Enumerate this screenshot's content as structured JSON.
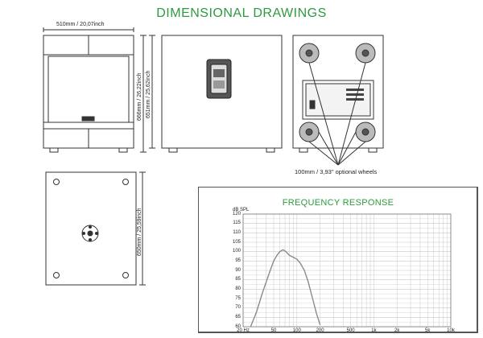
{
  "header": {
    "title": "DIMENSIONAL DRAWINGS"
  },
  "front_view": {
    "width_label": "510mm / 20,07inch",
    "height_outer_label": "666mm / 26,22inch",
    "height_inner_label": "651mm / 25,62inch"
  },
  "back_view": {
    "wheels_label": "100mm / 3,93\" optional wheels"
  },
  "bottom_view": {
    "depth_label": "650mm / 25,59inch"
  },
  "colors": {
    "title_green": "#2e9a3e",
    "line": "#333333",
    "grid": "#c8c8c8",
    "curve": "#8a8a8a"
  },
  "chart_data": {
    "type": "line",
    "title": "FREQUENCY RESPONSE",
    "ylabel": "dB SPL",
    "xlabel": "",
    "x_scale": "log",
    "xlim": [
      20,
      10000
    ],
    "ylim": [
      60,
      120
    ],
    "x_ticks": [
      {
        "value": 20,
        "label": "20 Hz"
      },
      {
        "value": 50,
        "label": "50"
      },
      {
        "value": 100,
        "label": "100"
      },
      {
        "value": 200,
        "label": "200"
      },
      {
        "value": 500,
        "label": "500"
      },
      {
        "value": 1000,
        "label": "1k"
      },
      {
        "value": 2000,
        "label": "2k"
      },
      {
        "value": 5000,
        "label": "5k"
      },
      {
        "value": 10000,
        "label": "10k"
      }
    ],
    "y_ticks": [
      {
        "value": 120,
        "label": "120"
      },
      {
        "value": 115,
        "label": "115"
      },
      {
        "value": 110,
        "label": "110"
      },
      {
        "value": 105,
        "label": "105"
      },
      {
        "value": 100,
        "label": "100"
      },
      {
        "value": 95,
        "label": "95"
      },
      {
        "value": 90,
        "label": "90"
      },
      {
        "value": 85,
        "label": "85"
      },
      {
        "value": 80,
        "label": "80"
      },
      {
        "value": 75,
        "label": "75"
      },
      {
        "value": 70,
        "label": "70"
      },
      {
        "value": 65,
        "label": "65"
      },
      {
        "value": 60,
        "label": "60"
      }
    ],
    "series": [
      {
        "x": [
          25,
          30,
          35,
          40,
          45,
          50,
          55,
          60,
          66,
          72,
          80,
          90,
          100,
          110,
          125,
          140,
          160,
          180,
          200
        ],
        "y": [
          60,
          68,
          77,
          84,
          90,
          95,
          98,
          100,
          101,
          100,
          98,
          97,
          96,
          94,
          90,
          84,
          75,
          67,
          61
        ]
      }
    ],
    "grid": true
  }
}
